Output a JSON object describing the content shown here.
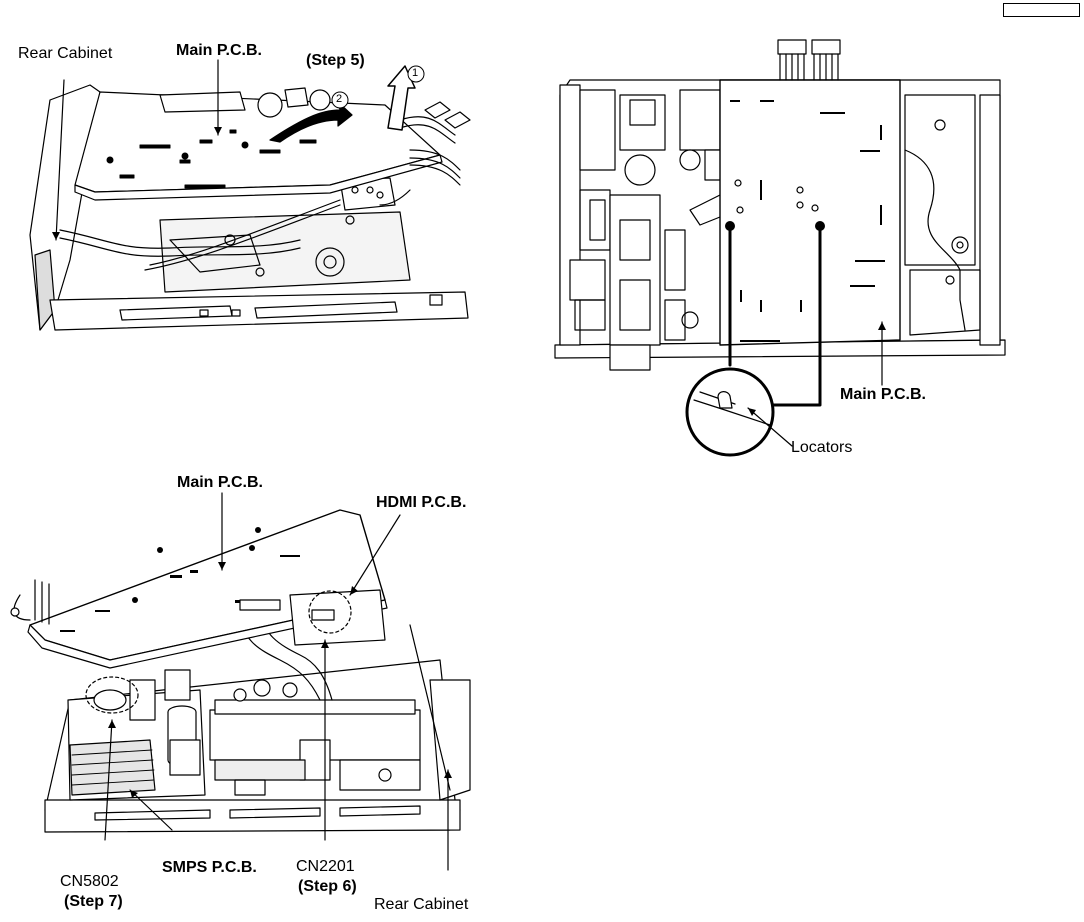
{
  "labels": {
    "rear_cabinet_top": "Rear Cabinet",
    "main_pcb_top": "Main P.C.B.",
    "step5": "(Step 5)",
    "circle_1": "1",
    "circle_2": "2",
    "main_pcb_right": "Main P.C.B.",
    "locators": "Locators",
    "main_pcb_bottom": "Main P.C.B.",
    "hdmi_pcb": "HDMI P.C.B.",
    "cn5802": "CN5802",
    "step7": "(Step 7)",
    "smps_pcb": "SMPS P.C.B.",
    "cn2201": "CN2201",
    "step6": "(Step 6)",
    "rear_cabinet_bottom": "Rear Cabinet"
  }
}
